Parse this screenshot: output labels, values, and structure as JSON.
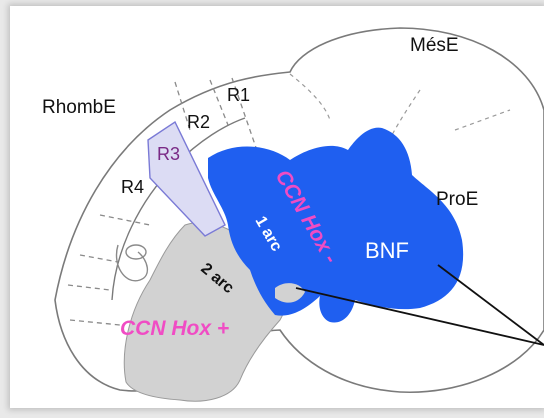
{
  "labels": {
    "mese": "MésE",
    "rhombe": "RhombE",
    "r1": "R1",
    "r2": "R2",
    "r3": "R3",
    "r4": "R4",
    "proe": "ProE",
    "bnf": "BNF",
    "ccn_hox_minus": "CCN Hox -",
    "arc1": "1 arc",
    "arc2": "2 arc",
    "ccn_hox_plus": "CCN Hox +"
  },
  "colors": {
    "outline": "#7a7a7a",
    "blue_region": "#1f5ff0",
    "r3_fill": "#dcdcf4",
    "r3_stroke": "#7a7ad6",
    "r3_text": "#7a2a86",
    "grey_region": "#d2d2d2",
    "pink_text": "#f04cc4",
    "white_text": "#ffffff",
    "black_text": "#111111"
  }
}
